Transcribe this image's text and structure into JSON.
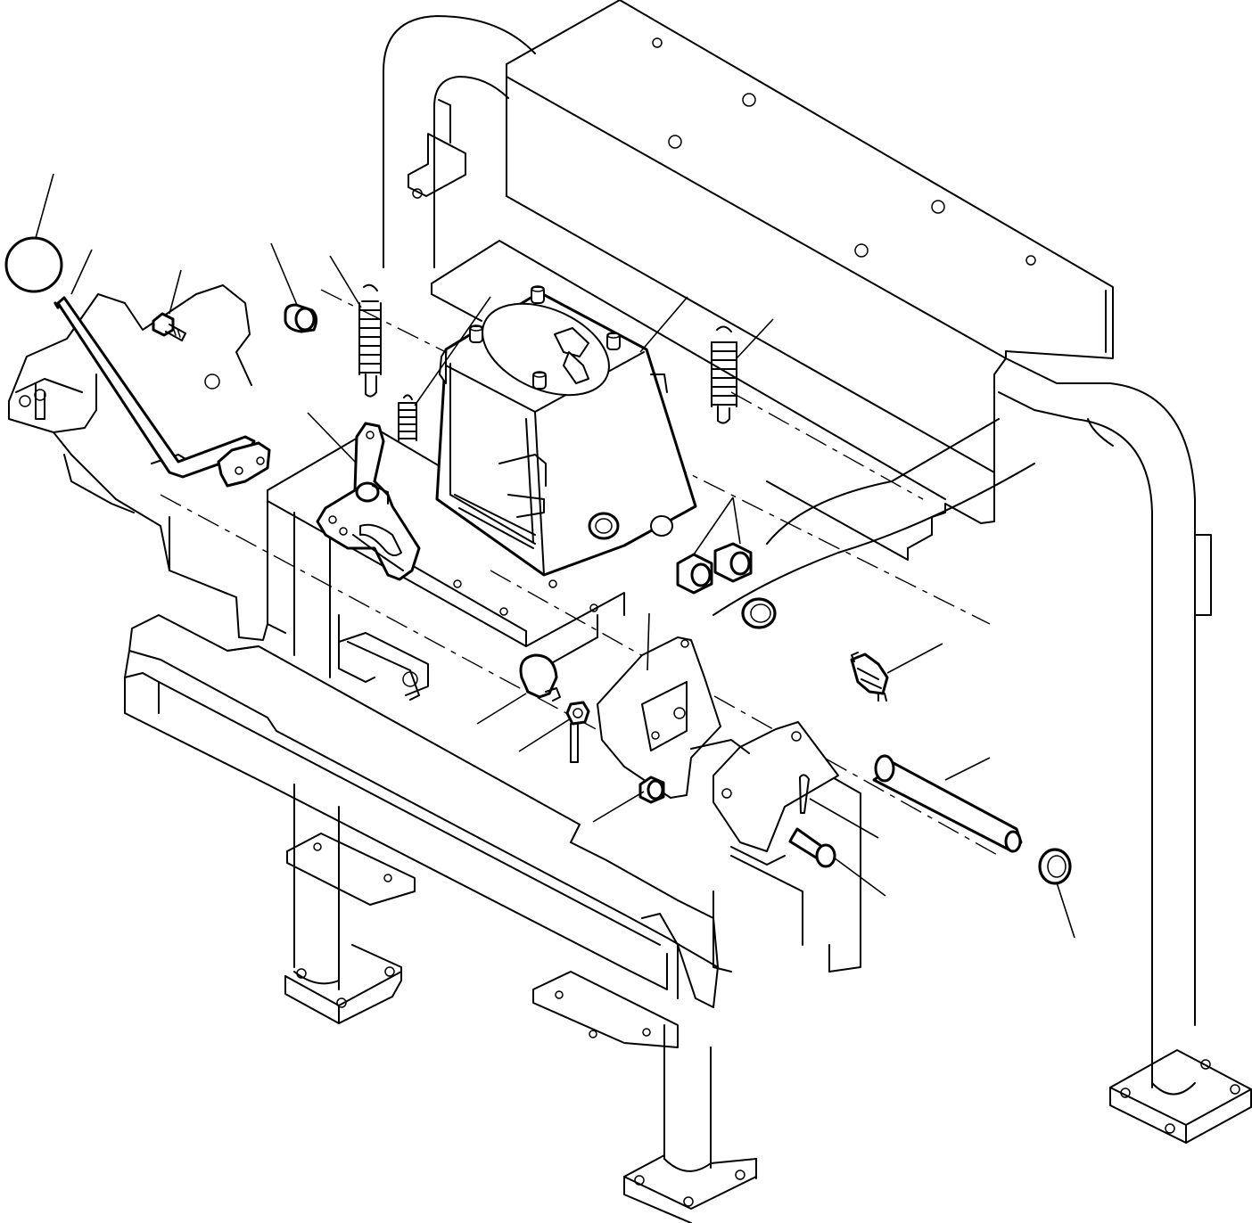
{
  "diagram": {
    "type": "exploded-parts-drawing",
    "line_color": "#000000",
    "background": "#ffffff",
    "callout_labels": [],
    "parts": [
      {
        "id": "knob",
        "icon": "knob-icon"
      },
      {
        "id": "lever",
        "icon": "lever-rod-icon"
      },
      {
        "id": "bolt",
        "icon": "bolt-icon"
      },
      {
        "id": "bushing-upper",
        "icon": "bushing-icon"
      },
      {
        "id": "spring-left",
        "icon": "spring-icon"
      },
      {
        "id": "spring-small",
        "icon": "spring-icon"
      },
      {
        "id": "control-bracket",
        "icon": "cam-plate-icon"
      },
      {
        "id": "lock-housing",
        "icon": "housing-icon"
      },
      {
        "id": "spring-right",
        "icon": "spring-icon"
      },
      {
        "id": "bushing-pair",
        "icon": "bushing-icon"
      },
      {
        "id": "snap-ring-upper",
        "icon": "snap-ring-icon"
      },
      {
        "id": "limit-switch",
        "icon": "switch-icon"
      },
      {
        "id": "rubber-stopper",
        "icon": "stopper-icon"
      },
      {
        "id": "nut",
        "icon": "nut-icon"
      },
      {
        "id": "collar",
        "icon": "collar-icon"
      },
      {
        "id": "bushing-lower",
        "icon": "bushing-icon"
      },
      {
        "id": "pivot-pin",
        "icon": "pin-icon"
      },
      {
        "id": "cotter-pin",
        "icon": "cotter-pin-icon"
      },
      {
        "id": "clevis-pin",
        "icon": "clevis-pin-icon"
      },
      {
        "id": "snap-ring-lower",
        "icon": "snap-ring-icon"
      },
      {
        "id": "frame",
        "icon": "frame-icon"
      }
    ]
  }
}
